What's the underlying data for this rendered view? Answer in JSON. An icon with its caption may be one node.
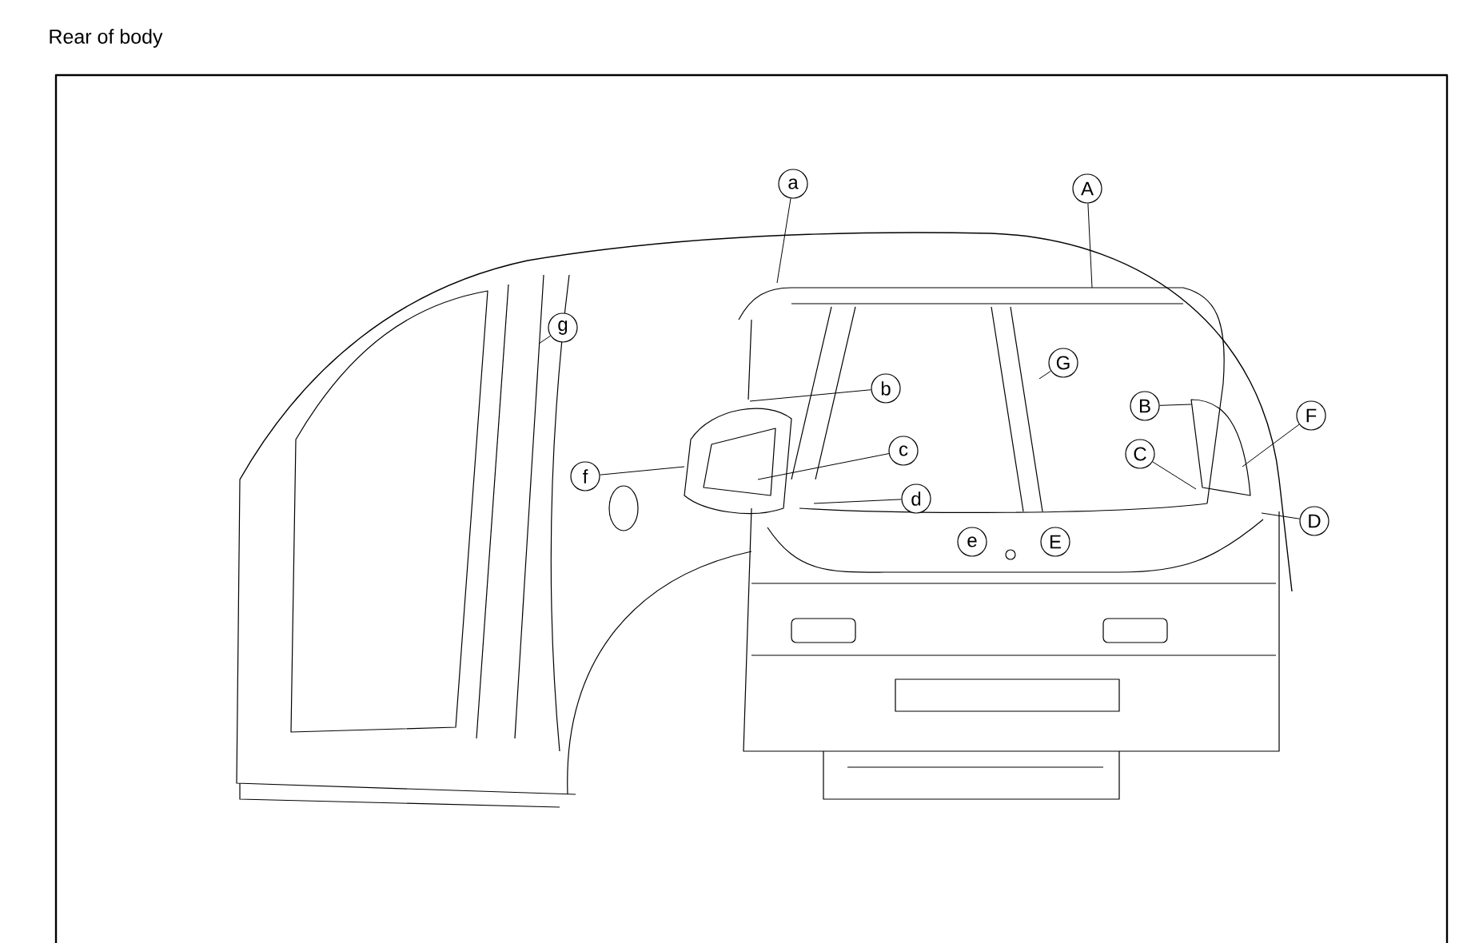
{
  "diagram": {
    "title": "Rear of body",
    "nodes": [
      {
        "text": [
          "a"
        ]
      },
      {
        "text": [
          "A"
        ]
      },
      {
        "text": [
          "g"
        ]
      },
      {
        "text": [
          "G"
        ]
      },
      {
        "text": [
          "b"
        ]
      },
      {
        "text": [
          "B"
        ]
      },
      {
        "text": [
          "F"
        ]
      },
      {
        "text": [
          "c"
        ]
      },
      {
        "text": [
          "C"
        ]
      },
      {
        "text": [
          "f"
        ]
      },
      {
        "text": [
          "d"
        ]
      },
      {
        "text": [
          "D"
        ]
      },
      {
        "text": [
          "e"
        ]
      },
      {
        "text": [
          "E"
        ]
      }
    ],
    "edges": [
      {
        "from": 0,
        "to": null,
        "arrow": "none"
      },
      {
        "from": 1,
        "to": null,
        "arrow": "none"
      },
      {
        "from": 2,
        "to": null,
        "arrow": "none"
      },
      {
        "from": 3,
        "to": null,
        "arrow": "none"
      },
      {
        "from": 4,
        "to": null,
        "arrow": "none"
      },
      {
        "from": 5,
        "to": null,
        "arrow": "none"
      },
      {
        "from": 6,
        "to": null,
        "arrow": "none"
      },
      {
        "from": 7,
        "to": null,
        "arrow": "none"
      },
      {
        "from": 8,
        "to": null,
        "arrow": "none"
      },
      {
        "from": 9,
        "to": null,
        "arrow": "none"
      },
      {
        "from": 10,
        "to": null,
        "arrow": "none"
      },
      {
        "from": 11,
        "to": null,
        "arrow": "none"
      }
    ]
  }
}
